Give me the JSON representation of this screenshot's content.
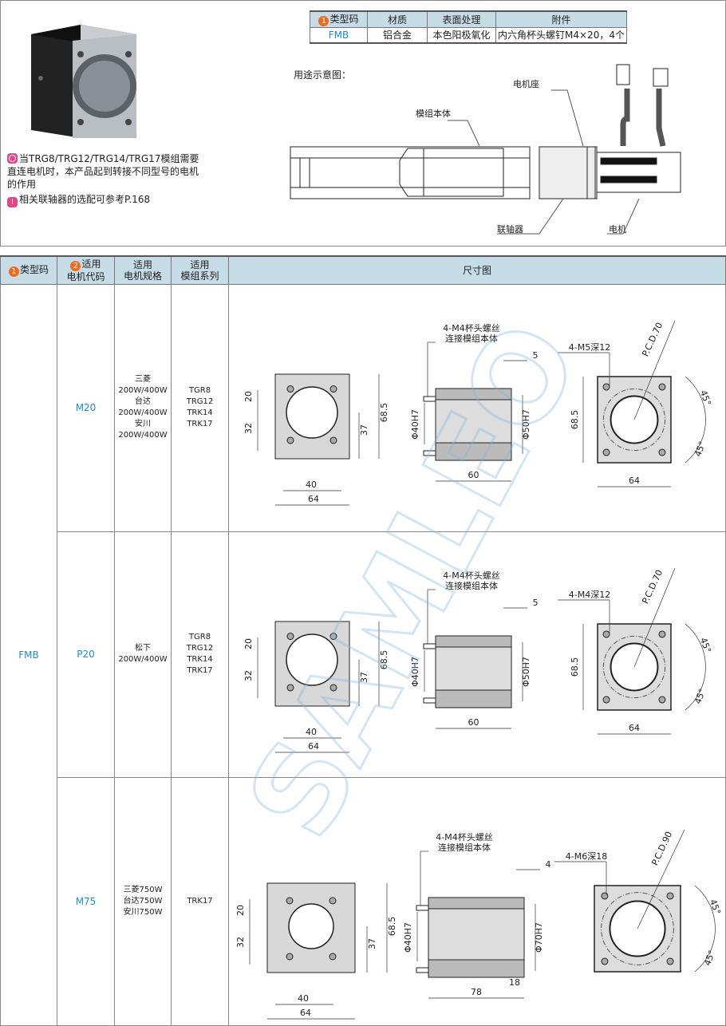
{
  "notes": [
    {
      "icon": "ring-icon",
      "text": "当TRG8/TRG12/TRG14/TRG17模组需要直连电机时，本产品起到转接不同型号的电机的作用"
    },
    {
      "icon": "exclamation-icon",
      "text": "相关联轴器的选配可参考P.168"
    }
  ],
  "spec_table": {
    "headers": [
      "1",
      "类型码",
      "材质",
      "表面处理",
      "附件"
    ],
    "row": [
      "FMB",
      "铝合金",
      "本色阳极氧化",
      "内六角杯头螺钉M4×20，4个"
    ]
  },
  "usage": {
    "title": "用途示意图：",
    "labels": {
      "module": "模组本体",
      "seat": "电机座",
      "coupling": "联轴器",
      "motor": "电机"
    }
  },
  "main_table": {
    "headers": {
      "type_num": "1",
      "type": "类型码",
      "code_num": "2",
      "code_1": "适用",
      "code_2": "电机代码",
      "spec_1": "适用",
      "spec_2": "电机规格",
      "series_1": "适用",
      "series_2": "模组系列",
      "drawing": "尺寸图"
    },
    "type_value": "FMB",
    "rows": [
      {
        "code": "M20",
        "specs": [
          "三菱200W/400W",
          "台达200W/400W",
          "安川200W/400W"
        ],
        "series": [
          "TGR8",
          "TRG12",
          "TRK14",
          "TRK17"
        ],
        "dims": {
          "a": "20",
          "b": "32",
          "c": "40",
          "d": "64",
          "e": "37",
          "f": "68.5",
          "screw1": "4-M4杯头螺丝",
          "screw2": "连接模组本体",
          "t": "5",
          "d1": "Φ40H7",
          "d2": "Φ50H7",
          "len": "60",
          "tap": "4-M5深12",
          "pcd": "P.C.D.70",
          "ang1": "45°",
          "ang2": "45°",
          "h": "68.5",
          "w": "64"
        }
      },
      {
        "code": "P20",
        "specs": [
          "松下200W/400W"
        ],
        "series": [
          "TGR8",
          "TRG12",
          "TRK14",
          "TRK17"
        ],
        "dims": {
          "a": "20",
          "b": "32",
          "c": "40",
          "d": "64",
          "e": "37",
          "f": "68.5",
          "screw1": "4-M4杯头螺丝",
          "screw2": "连接模组本体",
          "t": "5",
          "d1": "Φ40H7",
          "d2": "Φ50H7",
          "len": "60",
          "tap": "4-M4深12",
          "pcd": "P.C.D.70",
          "ang1": "45°",
          "ang2": "45°",
          "h": "68.5",
          "w": "64"
        }
      },
      {
        "code": "M75",
        "specs": [
          "三菱750W",
          "台达750W",
          "安川750W"
        ],
        "series": [
          "TRK17"
        ],
        "dims": {
          "a": "20",
          "b": "32",
          "c": "40",
          "d": "64",
          "e": "37",
          "f": "68.5",
          "screw1": "4-M4杯头螺丝",
          "screw2": "连接模组本体",
          "t": "4",
          "d1": "Φ40H7",
          "d2": "Φ70H7",
          "len": "78",
          "flange": "18",
          "tap": "4-M6深18",
          "pcd": "P.C.D.90",
          "ang1": "45°",
          "ang2": "45°"
        }
      }
    ]
  },
  "watermark": "SAMLEO",
  "colors": {
    "header_bg": "#c6dce6",
    "accent_blue": "#1a8fd0",
    "badge_pink": "#e4468c",
    "number_orange": "#f06a1e"
  }
}
